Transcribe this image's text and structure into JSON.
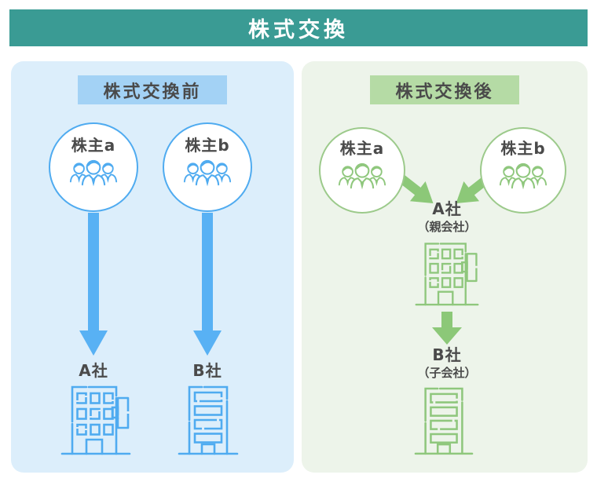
{
  "title": "株式交換",
  "colors": {
    "banner_bg": "#3A9B94",
    "banner_text": "#FFFFFF",
    "before_panel_bg": "#DCEEFB",
    "before_header_bg": "#A3D2F5",
    "before_accent": "#4FABF0",
    "before_arrow": "#58B1F4",
    "after_panel_bg": "#EDF4EA",
    "after_header_bg": "#B5DBA5",
    "after_accent": "#8FC77D",
    "after_arrow": "#8CC878",
    "label_text": "#4A4A4A"
  },
  "before": {
    "header": "株式交換前",
    "shareholder_a": "株主a",
    "shareholder_b": "株主b",
    "company_a": "A社",
    "company_b": "B社"
  },
  "after": {
    "header": "株式交換後",
    "shareholder_a": "株主a",
    "shareholder_b": "株主b",
    "parent_company": "A社",
    "parent_company_sub": "（親会社）",
    "child_company": "B社",
    "child_company_sub": "（子会社）"
  }
}
